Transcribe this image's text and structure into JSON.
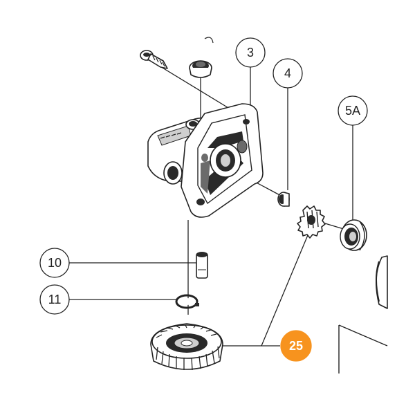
{
  "diagram": {
    "callouts": [
      {
        "id": "c3",
        "label": "3",
        "highlight": false
      },
      {
        "id": "c4",
        "label": "4",
        "highlight": false
      },
      {
        "id": "c5a",
        "label": "5A",
        "highlight": false
      },
      {
        "id": "c10",
        "label": "10",
        "highlight": false
      },
      {
        "id": "c11",
        "label": "11",
        "highlight": false
      },
      {
        "id": "c25",
        "label": "25",
        "highlight": true
      }
    ],
    "colors": {
      "highlight": "#f7931e",
      "ink": "#222222",
      "background": "#ffffff"
    }
  }
}
